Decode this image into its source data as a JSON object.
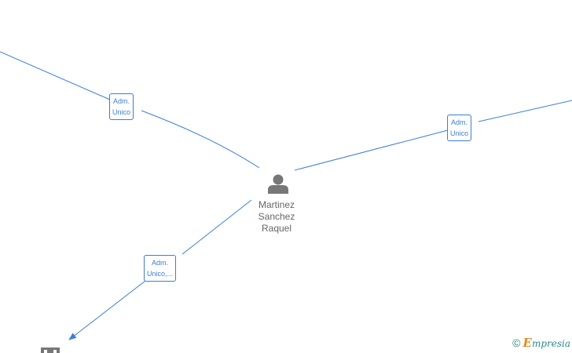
{
  "person": {
    "name_lines": [
      "Martinez",
      "Sanchez",
      "Raquel"
    ],
    "icon": "person-icon"
  },
  "edges": [
    {
      "label_lines": [
        "Adm.",
        "Unico"
      ]
    },
    {
      "label_lines": [
        "Adm.",
        "Unico"
      ]
    },
    {
      "label_lines": [
        "Adm.",
        "Unico,..."
      ]
    }
  ],
  "company_node": {
    "icon": "building-icon"
  },
  "watermark": {
    "symbol": "©",
    "brand_initial": "E",
    "brand_rest": "mpresia"
  },
  "colors": {
    "edge": "#3a7fd5",
    "icon": "#777777",
    "text": "#666666",
    "brand": "#2a8a8a",
    "brand_accent": "#e08a1e"
  }
}
